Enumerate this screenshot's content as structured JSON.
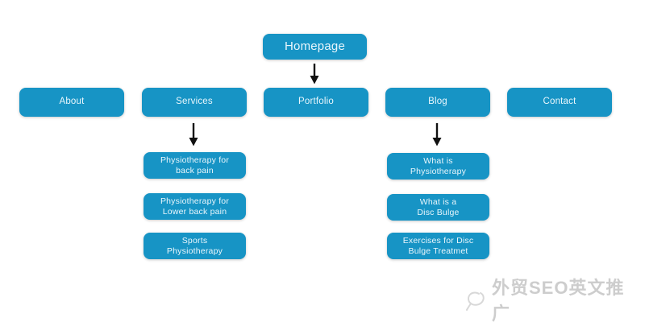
{
  "sitemap": {
    "root_label": "Homepage",
    "nav": [
      {
        "label": "About"
      },
      {
        "label": "Services",
        "children": [
          {
            "lines": [
              "Physiotherapy for",
              "back pain"
            ]
          },
          {
            "lines": [
              "Physiotherapy for",
              "Lower back pain"
            ]
          },
          {
            "lines": [
              "Sports",
              "Physiotherapy"
            ]
          }
        ]
      },
      {
        "label": "Portfolio"
      },
      {
        "label": "Blog",
        "children": [
          {
            "lines": [
              "What is",
              "Physiotherapy"
            ]
          },
          {
            "lines": [
              "What is a",
              "Disc Bulge"
            ]
          },
          {
            "lines": [
              "Exercises for Disc",
              "Bulge Treatmet"
            ]
          }
        ]
      },
      {
        "label": "Contact"
      }
    ]
  },
  "watermark": {
    "text": "外贸SEO英文推广",
    "icon": "sketch-circle-logo-icon"
  },
  "colors": {
    "node_fill": "#1794c5",
    "node_text": "#e9f6fc",
    "arrow": "#111111",
    "background": "#ffffff",
    "watermark_gray": "#cdcdcd"
  }
}
